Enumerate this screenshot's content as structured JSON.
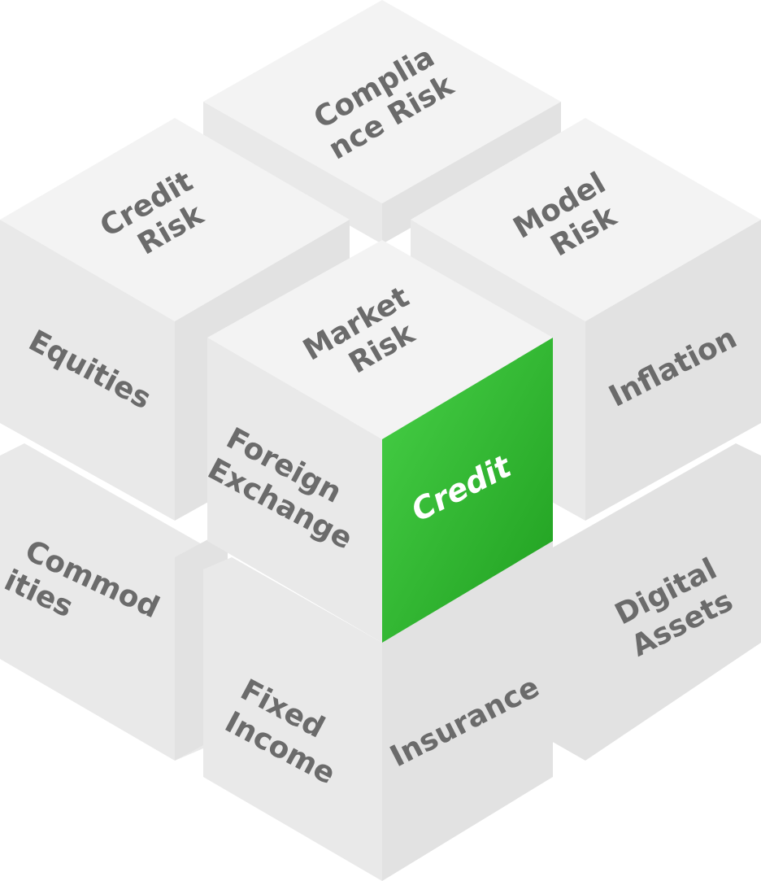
{
  "colors": {
    "top_face": "#f3f3f3",
    "left_face": "#e9e9e9",
    "right_face": "#e2e2e2",
    "label": "#6b6b6b",
    "highlight_start": "#48d148",
    "highlight_end": "#1f9e1f",
    "highlight_text": "#ffffff"
  },
  "cubes": {
    "compliance": {
      "top": [
        "Complia",
        "nce Risk"
      ]
    },
    "credit_risk": {
      "top": [
        "Credit",
        "Risk"
      ],
      "left": [
        "Equities"
      ]
    },
    "model_risk": {
      "top": [
        "Model",
        "Risk"
      ],
      "right": [
        "Inflation"
      ]
    },
    "market_risk": {
      "top": [
        "Market",
        "Risk"
      ],
      "left": [
        "Foreign",
        "Exchange"
      ],
      "right": [
        "Credit"
      ]
    },
    "bottom_left": {
      "left": [
        "Commod",
        "ities"
      ]
    },
    "bottom_right": {
      "right": [
        "Digital",
        "Assets"
      ]
    },
    "bottom_front": {
      "left": [
        "Fixed",
        "Income"
      ],
      "right": [
        "Insurance"
      ]
    }
  }
}
